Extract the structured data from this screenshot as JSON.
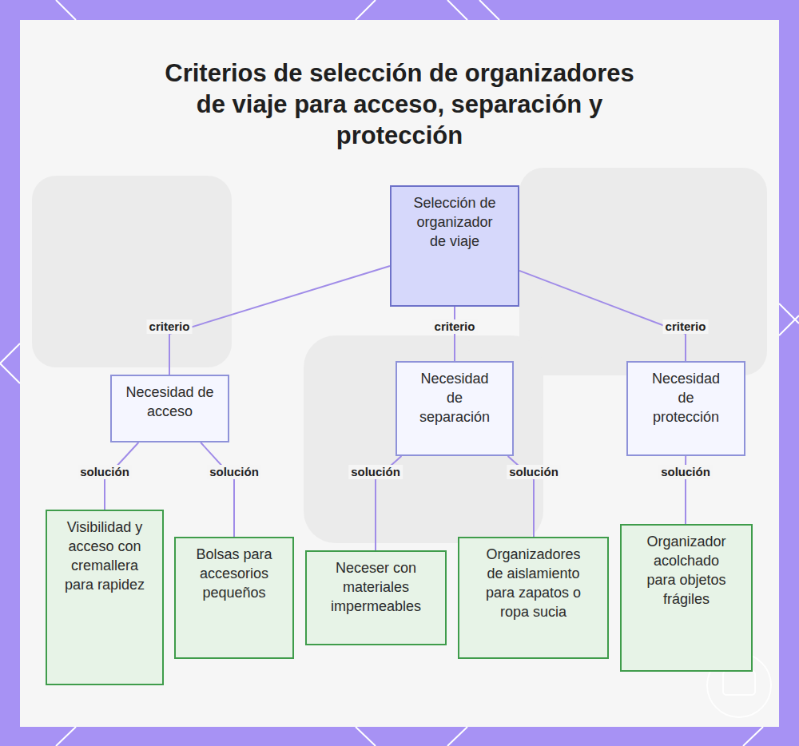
{
  "diagram": {
    "title": "Criterios de selección de organizadores de viaje para acceso, separación y protección",
    "nodes": [
      {
        "text": [
          "Selección de organizador de viaje"
        ]
      },
      {
        "text": [
          "Necesidad de acceso"
        ]
      },
      {
        "text": [
          "Necesidad de separación"
        ]
      },
      {
        "text": [
          "Necesidad de protección"
        ]
      },
      {
        "text": [
          "Visibilidad y acceso con cremallera para rapidez"
        ]
      },
      {
        "text": [
          "Bolsas para accesorios pequeños"
        ]
      },
      {
        "text": [
          "Neceser con materiales impermeables"
        ]
      },
      {
        "text": [
          "Organizadores de aislamiento para zapatos o ropa sucia"
        ]
      },
      {
        "text": [
          "Organizador acolchado para objetos frágiles"
        ]
      }
    ],
    "edges": [
      {
        "from": 0,
        "to": 1,
        "label": "criterio",
        "arrow": "none"
      },
      {
        "from": 0,
        "to": 2,
        "label": "criterio",
        "arrow": "none"
      },
      {
        "from": 0,
        "to": 3,
        "label": "criterio",
        "arrow": "none"
      },
      {
        "from": 1,
        "to": 4,
        "label": "solución",
        "arrow": "none"
      },
      {
        "from": 1,
        "to": 5,
        "label": "solución",
        "arrow": "none"
      },
      {
        "from": 2,
        "to": 6,
        "label": "solución",
        "arrow": "none"
      },
      {
        "from": 2,
        "to": 7,
        "label": "solución",
        "arrow": "none"
      },
      {
        "from": 3,
        "to": 8,
        "label": "solución",
        "arrow": "none"
      }
    ]
  }
}
